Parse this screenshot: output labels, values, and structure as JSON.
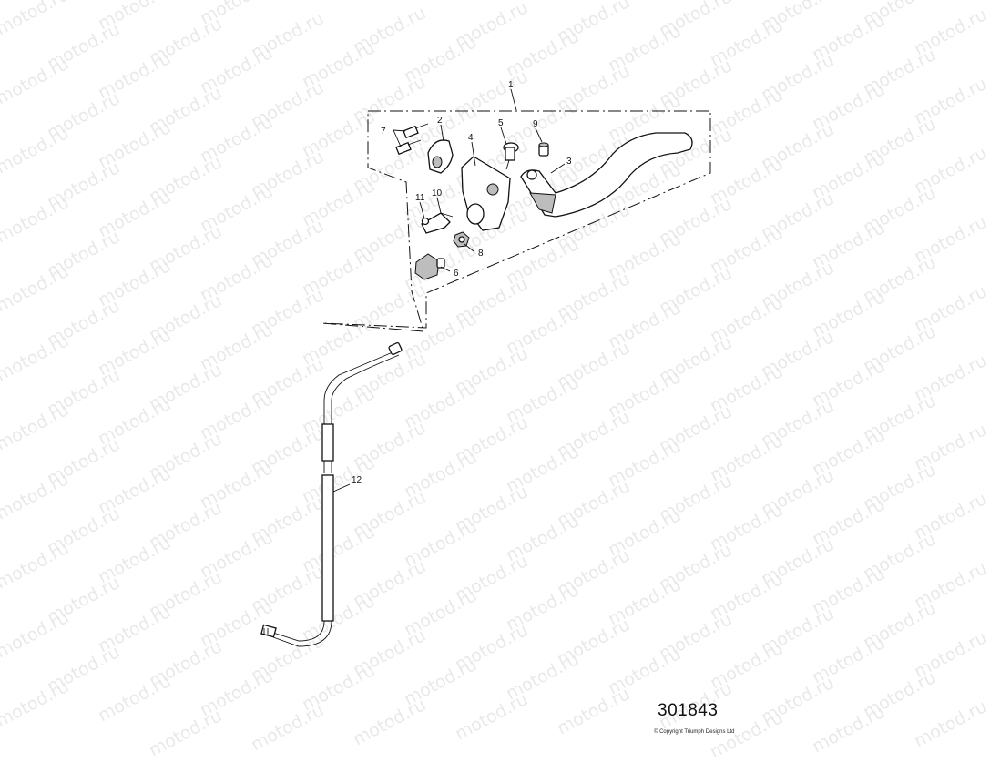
{
  "watermark": {
    "text": "motod.ru",
    "color": "#e9e9e9"
  },
  "callouts": {
    "c1": "1",
    "c2": "2",
    "c3": "3",
    "c4": "4",
    "c5": "5",
    "c6": "6",
    "c7": "7",
    "c8": "8",
    "c9": "9",
    "c10": "10",
    "c11": "11",
    "c12": "12"
  },
  "footer": {
    "diagram_number": "301843",
    "copyright": "© Copyright Triumph Designs Ltd"
  },
  "colors": {
    "line": "#111111",
    "shade": "#bdbdbd",
    "background": "#ffffff"
  }
}
